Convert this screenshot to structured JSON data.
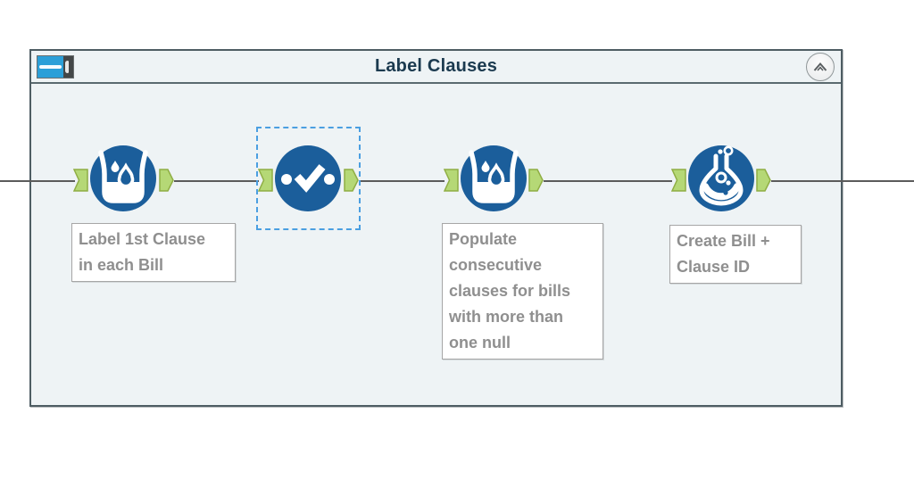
{
  "container": {
    "title": "Label Clauses",
    "collapse_icon": "chevron-up",
    "header_icon": "tool-container-icon"
  },
  "tools": [
    {
      "type": "multi-row-formula",
      "icon": "bucket-droplets-icon",
      "annotation": "Label 1st Clause\nin each Bill",
      "selected": false
    },
    {
      "type": "select",
      "icon": "check-dots-icon",
      "annotation": "",
      "selected": true
    },
    {
      "type": "multi-row-formula",
      "icon": "bucket-droplets-icon",
      "annotation": "Populate\nconsecutive\nclauses for bills\nwith more than\none null",
      "selected": false
    },
    {
      "type": "formula",
      "icon": "flask-icon",
      "annotation": "Create Bill +\nClause ID",
      "selected": false
    }
  ],
  "colors": {
    "tool_blue": "#1b5e9b",
    "anchor_green": "#b5d876",
    "anchor_border": "#8fae44",
    "container_fill": "#eef3f5",
    "container_border": "#4e5d63",
    "selection_blue": "#4b9fe1",
    "wire_gray": "#5b5b5b",
    "annotation_text": "#8f8f8f",
    "title_text": "#1b3a4f",
    "header_icon_blue": "#2b9fd8"
  }
}
